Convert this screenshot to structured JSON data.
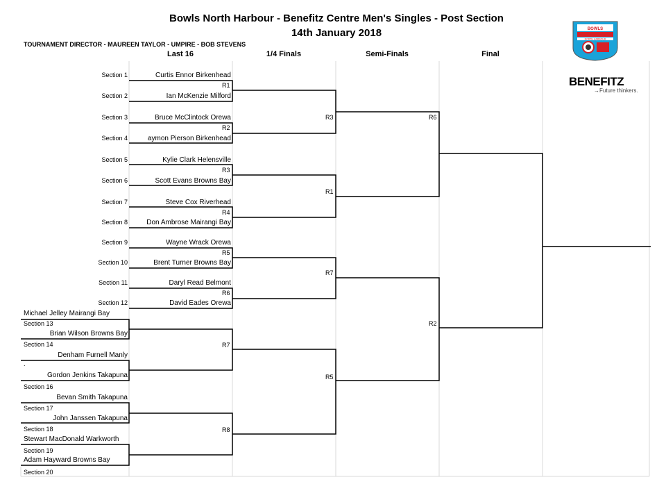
{
  "title_line1": "Bowls North Harbour - Benefitz Centre Men's Singles - Post Section",
  "title_line2": "14th January 2018",
  "director": "TOURNAMENT DIRECTOR - MAUREEN TAYLOR - UMPIRE - BOB STEVENS",
  "round_headers": [
    "Last 16",
    "1/4 Finals",
    "Semi-Finals",
    "Final"
  ],
  "sections": [
    "Section 1",
    "Section 2",
    "Section 3",
    "Section 4",
    "Section 5",
    "Section 6",
    "Section 7",
    "Section 8",
    "Section 9",
    "Section 10",
    "Section 11",
    "Section 12",
    "Section 13",
    "Section 14",
    "Section 16",
    "Section 17",
    "Section 18",
    "Section 19",
    "Section 20"
  ],
  "players": [
    "Curtis Ennor Birkenhead",
    "Ian McKenzie Milford",
    "Bruce McClintock Orewa",
    "aymon Pierson Birkenhead",
    "Kylie Clark Helensville",
    "Scott Evans Browns Bay",
    "Steve Cox Riverhead",
    "Don Ambrose Mairangi Bay",
    "Wayne Wrack Orewa",
    "Brent Turner Browns Bay",
    "Daryl Read Belmont",
    "David Eades Orewa",
    "Michael Jelley Mairangi Bay",
    "Brian Wilson Browns Bay",
    "Denham Furnell Manly",
    "Gordon Jenkins Takapuna",
    "Bevan Smith Takapuna",
    "John Janssen Takapuna",
    "Stewart MacDonald Warkworth",
    "Adam Hayward Browns Bay"
  ],
  "rink_labels": {
    "last16": [
      "R1",
      "R2",
      "R3",
      "R4",
      "R5",
      "R6",
      "R7",
      "R8"
    ],
    "quarters": [
      "R3",
      "R1",
      "R7",
      "R5"
    ],
    "semis": [
      "R6",
      "R2"
    ]
  },
  "stray_mark": ".",
  "logo": {
    "name": "bowls-north-harbour-logo",
    "text": "BOWLS",
    "subtext": "NORTH HARBOUR",
    "colors": {
      "blue": "#1aa3d9",
      "red": "#d62027"
    }
  },
  "sponsor": {
    "name": "BENEFITZ",
    "tagline": "→Future thinkers."
  }
}
